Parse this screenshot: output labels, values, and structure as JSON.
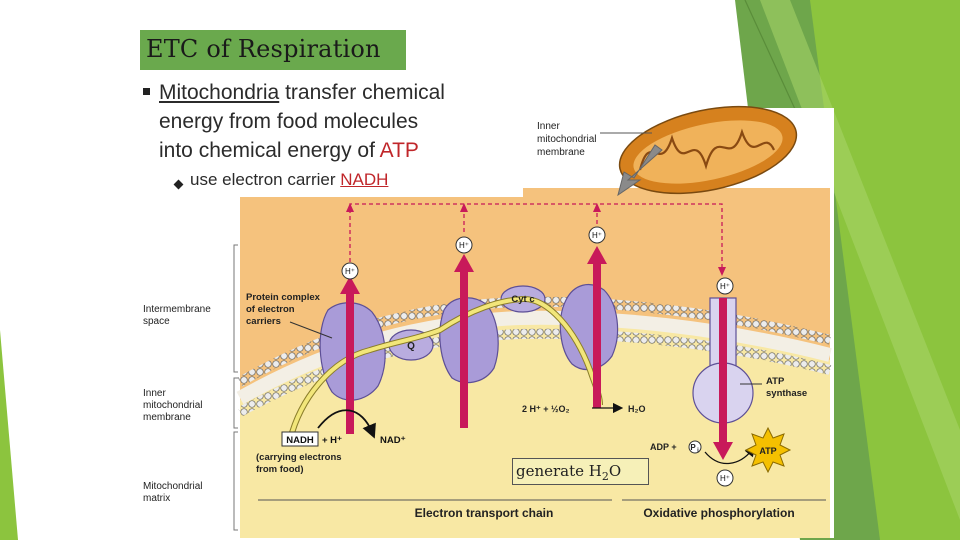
{
  "slide": {
    "title": "ETC of Respiration",
    "bullet": {
      "line1_word": "Mitochondria",
      "line1_rest": " transfer chemical",
      "line2": "energy from food molecules",
      "line3_pre": "into chemical energy of ",
      "line3_red": "ATP"
    },
    "sub_bullet": {
      "pre": "use electron carrier ",
      "red": "NADH"
    },
    "callout": {
      "pre": "generate H",
      "sub": "2",
      "post": "O"
    }
  },
  "figure": {
    "labels": {
      "inner_membrane_top_1": "Inner",
      "inner_membrane_top_2": "mitochondrial",
      "inner_membrane_top_3": "membrane",
      "intermembrane_1": "Intermembrane",
      "intermembrane_2": "space",
      "inner_side_1": "Inner",
      "inner_side_2": "mitochondrial",
      "inner_side_3": "membrane",
      "matrix_1": "Mitochondrial",
      "matrix_2": "matrix",
      "protein_complex_1": "Protein complex",
      "protein_complex_2": "of electron",
      "protein_complex_3": "carriers",
      "q": "Q",
      "cyt_c": "Cyt c",
      "h_plus": "H⁺",
      "water_reaction": "2 H⁺ + ½O₂",
      "water": "H₂O",
      "nadh": "NADH",
      "plus_h": "+ H⁺",
      "nad_plus": "NAD⁺",
      "carrying_1": "(carrying electrons",
      "carrying_2": "from food)",
      "atp_synthase_1": "ATP",
      "atp_synthase_2": "synthase",
      "adp": "ADP +",
      "pi": "P",
      "pi_sub": "i",
      "atp": "ATP",
      "etc": "Electron transport chain",
      "oxphos": "Oxidative phosphorylation"
    },
    "colors": {
      "intermembrane": "#f5c27d",
      "matrix": "#f8e8a4",
      "membrane_head": "#e8e8e8",
      "protein": "#a99bd8",
      "proton_arrow": "#c8195a",
      "electron_path": "#f2e67a",
      "title_box": "#6aa94d",
      "accent_red": "#c0262a"
    },
    "icons": [
      "mitochondrion-icon",
      "atp-starburst-icon",
      "pointer-arrow-icon"
    ]
  }
}
